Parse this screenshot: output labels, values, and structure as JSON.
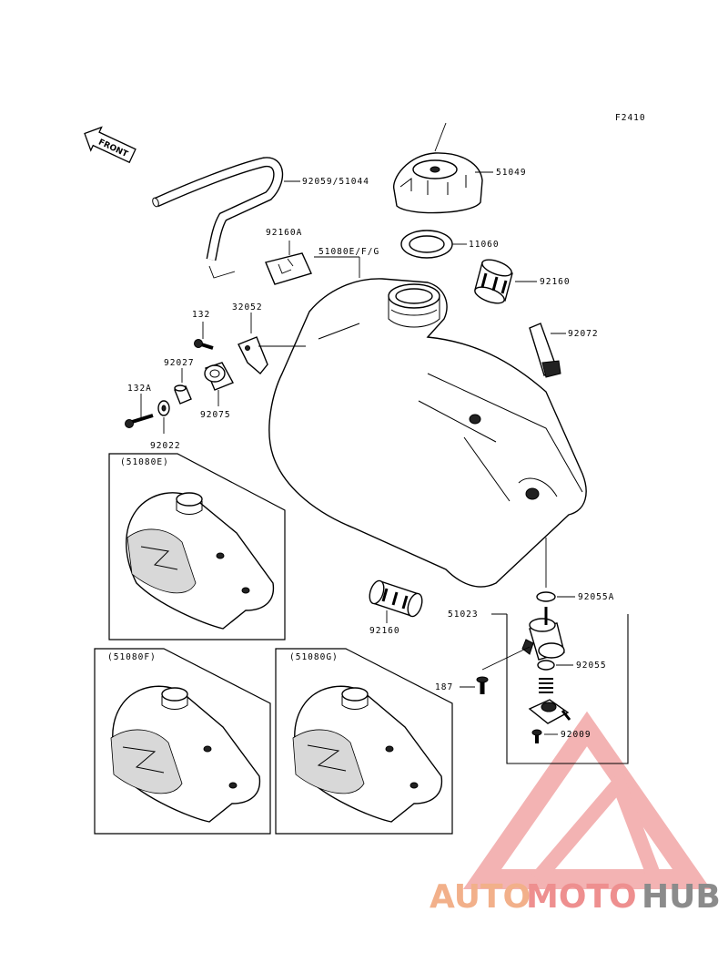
{
  "figure_code": "F2410",
  "front_label": "FRONT",
  "parts": {
    "p92059": "92059/51044",
    "p51049": "51049",
    "p11060": "11060",
    "p92160_top": "92160",
    "p92160A": "92160A",
    "p51080EFG": "51080E/F/G",
    "p92072": "92072",
    "p132": "132",
    "p32052": "32052",
    "p92027": "92027",
    "p132A": "132A",
    "p92075": "92075",
    "p92022": "92022",
    "p92160_bottom": "92160",
    "p92055A": "92055A",
    "p51023": "51023",
    "p92055": "92055",
    "p187": "187",
    "p92009": "92009"
  },
  "variants": {
    "e": "(51080E)",
    "f": "(51080F)",
    "g": "(51080G)"
  },
  "watermark": {
    "auto": "AUTO",
    "moto": "MOTO",
    "hub": "HUB"
  },
  "colors": {
    "line": "#000000",
    "watermark_orange": "#f2b08a",
    "watermark_red": "#ee8f8f",
    "watermark_grey": "#8b8b8b"
  }
}
